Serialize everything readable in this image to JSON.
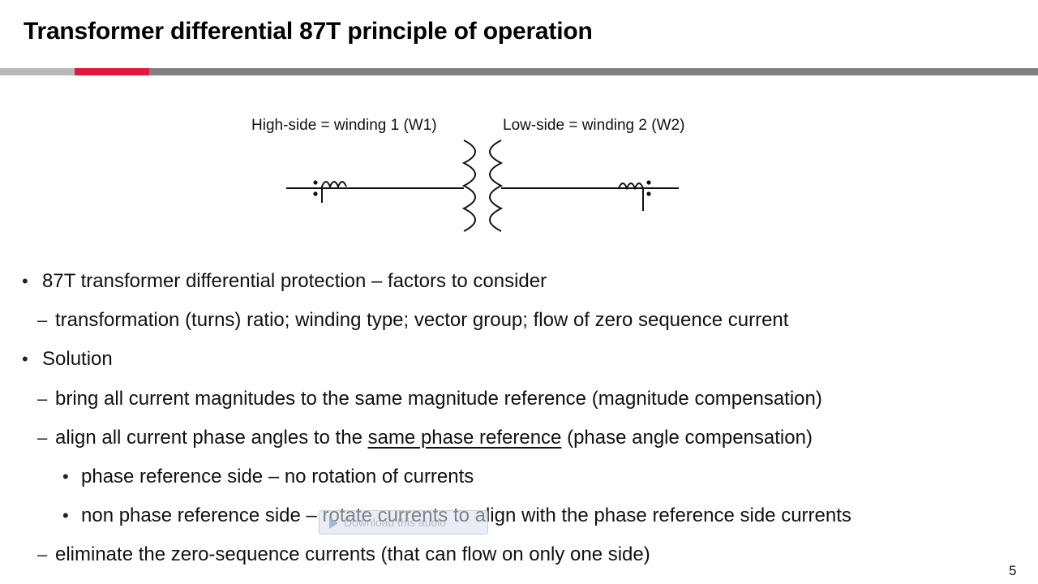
{
  "slide": {
    "title": "Transformer differential 87T principle of operation",
    "page_number": "5"
  },
  "diagram": {
    "high_side_label": "High-side = winding 1 (W1)",
    "low_side_label": "Low-side = winding 2 (W2)"
  },
  "bullets": {
    "b1": "87T transformer differential protection – factors to consider",
    "b1_s1": "transformation (turns) ratio; winding type; vector group; flow of zero sequence current",
    "b2": "Solution",
    "b2_s1": "bring all current magnitudes to the same magnitude reference (magnitude compensation)",
    "b2_s2_pre": "align all current phase angles to the ",
    "b2_s2_link": "same phase reference",
    "b2_s2_post": " (phase angle compensation)",
    "b2_s2_a": "phase reference side – no rotation of currents",
    "b2_s2_b": "non phase reference side – rotate currents to align with the phase reference side currents",
    "b2_s3": "eliminate the zero-sequence currents (that can flow on only one side)"
  },
  "markers": {
    "bullet": "•",
    "dash": "–"
  },
  "audio": {
    "label": "Download this audio"
  }
}
